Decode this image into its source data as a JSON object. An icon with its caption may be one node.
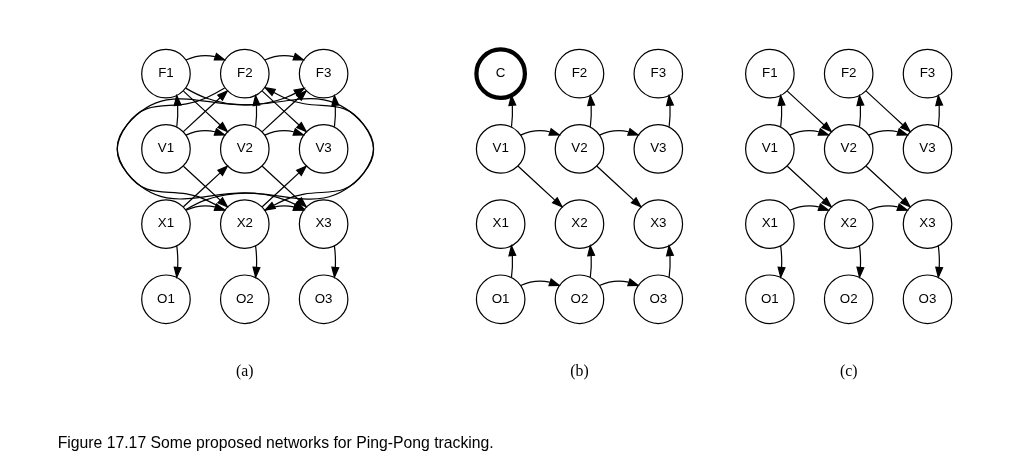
{
  "diagram": {
    "caption": "Figure 17.17 Some proposed networks for Ping-Pong tracking.",
    "nodes": [
      {
        "text": [
          "F1"
        ]
      },
      {
        "text": [
          "F2"
        ]
      },
      {
        "text": [
          "F3"
        ]
      },
      {
        "text": [
          "V1"
        ]
      },
      {
        "text": [
          "V2"
        ]
      },
      {
        "text": [
          "V3"
        ]
      },
      {
        "text": [
          "X1"
        ]
      },
      {
        "text": [
          "X2"
        ]
      },
      {
        "text": [
          "X3"
        ]
      },
      {
        "text": [
          "O1"
        ]
      },
      {
        "text": [
          "O2"
        ]
      },
      {
        "text": [
          "O3"
        ]
      },
      {
        "text": [
          "C"
        ]
      },
      {
        "text": [
          "F2"
        ]
      },
      {
        "text": [
          "F3"
        ]
      },
      {
        "text": [
          "V1"
        ]
      },
      {
        "text": [
          "V2"
        ]
      },
      {
        "text": [
          "V3"
        ]
      },
      {
        "text": [
          "X1"
        ]
      },
      {
        "text": [
          "X2"
        ]
      },
      {
        "text": [
          "X3"
        ]
      },
      {
        "text": [
          "O1"
        ]
      },
      {
        "text": [
          "O2"
        ]
      },
      {
        "text": [
          "O3"
        ]
      },
      {
        "text": [
          "F1"
        ]
      },
      {
        "text": [
          "F2"
        ]
      },
      {
        "text": [
          "F3"
        ]
      },
      {
        "text": [
          "V1"
        ]
      },
      {
        "text": [
          "V2"
        ]
      },
      {
        "text": [
          "V3"
        ]
      },
      {
        "text": [
          "X1"
        ]
      },
      {
        "text": [
          "X2"
        ]
      },
      {
        "text": [
          "X3"
        ]
      },
      {
        "text": [
          "O1"
        ]
      },
      {
        "text": [
          "O2"
        ]
      },
      {
        "text": [
          "O3"
        ]
      }
    ],
    "edges": [
      {
        "from": 0,
        "to": 1,
        "arrow": "to"
      },
      {
        "from": 1,
        "to": 2,
        "arrow": "to"
      },
      {
        "from": 3,
        "to": 0,
        "arrow": "to"
      },
      {
        "from": 4,
        "to": 1,
        "arrow": "to"
      },
      {
        "from": 5,
        "to": 2,
        "arrow": "to"
      },
      {
        "from": 0,
        "to": 4,
        "arrow": "to"
      },
      {
        "from": 0,
        "to": 7,
        "arrow": "to"
      },
      {
        "from": 3,
        "to": 1,
        "arrow": "to"
      },
      {
        "from": 3,
        "to": 4,
        "arrow": "to"
      },
      {
        "from": 3,
        "to": 7,
        "arrow": "to"
      },
      {
        "from": 6,
        "to": 1,
        "arrow": "to"
      },
      {
        "from": 6,
        "to": 4,
        "arrow": "to"
      },
      {
        "from": 1,
        "to": 5,
        "arrow": "to"
      },
      {
        "from": 1,
        "to": 8,
        "arrow": "to"
      },
      {
        "from": 4,
        "to": 2,
        "arrow": "to"
      },
      {
        "from": 4,
        "to": 5,
        "arrow": "to"
      },
      {
        "from": 4,
        "to": 8,
        "arrow": "to"
      },
      {
        "from": 7,
        "to": 2,
        "arrow": "to"
      },
      {
        "from": 7,
        "to": 5,
        "arrow": "to"
      },
      {
        "from": 6,
        "to": 7,
        "arrow": "to"
      },
      {
        "from": 7,
        "to": 8,
        "arrow": "to"
      },
      {
        "from": 6,
        "to": 9,
        "arrow": "to"
      },
      {
        "from": 7,
        "to": 10,
        "arrow": "to"
      },
      {
        "from": 8,
        "to": 11,
        "arrow": "to"
      },
      {
        "from": 15,
        "to": 12,
        "arrow": "to"
      },
      {
        "from": 16,
        "to": 13,
        "arrow": "to"
      },
      {
        "from": 17,
        "to": 14,
        "arrow": "to"
      },
      {
        "from": 15,
        "to": 16,
        "arrow": "to"
      },
      {
        "from": 16,
        "to": 17,
        "arrow": "to"
      },
      {
        "from": 15,
        "to": 19,
        "arrow": "to"
      },
      {
        "from": 16,
        "to": 20,
        "arrow": "to"
      },
      {
        "from": 21,
        "to": 18,
        "arrow": "to"
      },
      {
        "from": 22,
        "to": 19,
        "arrow": "to"
      },
      {
        "from": 23,
        "to": 20,
        "arrow": "to"
      },
      {
        "from": 21,
        "to": 22,
        "arrow": "to"
      },
      {
        "from": 22,
        "to": 23,
        "arrow": "to"
      },
      {
        "from": 27,
        "to": 24,
        "arrow": "to"
      },
      {
        "from": 28,
        "to": 25,
        "arrow": "to"
      },
      {
        "from": 29,
        "to": 26,
        "arrow": "to"
      },
      {
        "from": 24,
        "to": 28,
        "arrow": "to"
      },
      {
        "from": 25,
        "to": 29,
        "arrow": "to"
      },
      {
        "from": 27,
        "to": 28,
        "arrow": "to"
      },
      {
        "from": 28,
        "to": 29,
        "arrow": "to"
      },
      {
        "from": 27,
        "to": 31,
        "arrow": "to"
      },
      {
        "from": 28,
        "to": 32,
        "arrow": "to"
      },
      {
        "from": 30,
        "to": 31,
        "arrow": "to"
      },
      {
        "from": 31,
        "to": 32,
        "arrow": "to"
      },
      {
        "from": 30,
        "to": 33,
        "arrow": "to"
      },
      {
        "from": 31,
        "to": 34,
        "arrow": "to"
      },
      {
        "from": 32,
        "to": 35,
        "arrow": "to"
      }
    ],
    "labels": [
      "(a)",
      "(b)",
      "(c)"
    ]
  }
}
